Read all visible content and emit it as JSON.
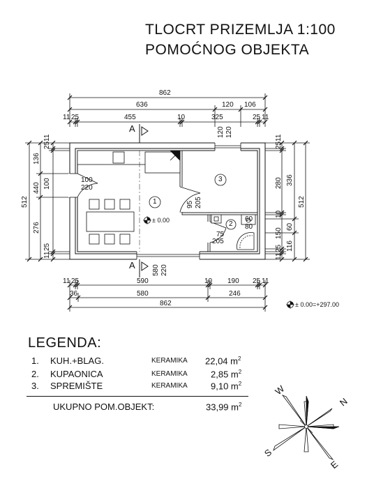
{
  "title": {
    "line1": "TLOCRT PRIZEMLJA 1:100",
    "line2": "POMOĆNOG OBJEKTA"
  },
  "dimensions": {
    "top": {
      "total": "862",
      "row2": [
        "636",
        "120",
        "106"
      ],
      "row3": [
        "11",
        "25",
        "455",
        "10",
        "325",
        "25",
        "11"
      ]
    },
    "bottom": {
      "row1": [
        "11",
        "25",
        "590",
        "10",
        "190",
        "25",
        "11"
      ],
      "row2": [
        "36",
        "580",
        "246"
      ],
      "total": "862"
    },
    "left": {
      "outer": "512",
      "middle": [
        "136",
        "440",
        "276"
      ],
      "inner": [
        "25",
        "11",
        "100",
        "11",
        "25"
      ]
    },
    "right": {
      "outer": "512",
      "middle": [
        "336",
        "60",
        "116"
      ],
      "inner": [
        "25",
        "11",
        "280",
        "10",
        "150",
        "25",
        "11"
      ]
    },
    "openings": {
      "door_left": [
        "100",
        "220"
      ],
      "window_top": [
        "120",
        "120"
      ],
      "door_storage": [
        "95",
        "205"
      ],
      "door_bath_window": [
        "60",
        "80"
      ],
      "door_bath": [
        "75",
        "205"
      ],
      "door_main": [
        "580",
        "220"
      ]
    }
  },
  "section_markers": [
    "A",
    "A"
  ],
  "rooms": [
    "1",
    "2",
    "3"
  ],
  "level_marks": {
    "inside": "± 0.00",
    "reference": "± 0.00=+297.00"
  },
  "legend": {
    "heading": "LEGENDA:",
    "items": [
      {
        "num": "1.",
        "name": "KUH.+BLAG.",
        "material": "KERAMIKA",
        "area": "22,04 m",
        "unit_sup": "2"
      },
      {
        "num": "2.",
        "name": "KUPAONICA",
        "material": "KERAMIKA",
        "area": "2,85 m",
        "unit_sup": "2"
      },
      {
        "num": "3.",
        "name": "SPREMIŠTE",
        "material": "KERAMIKA",
        "area": "9,10 m",
        "unit_sup": "2"
      }
    ],
    "total_label": "UKUPNO POM.OBJEKT:",
    "total_area": "33,99 m",
    "total_sup": "2"
  },
  "compass": {
    "labels": [
      "W",
      "N",
      "S",
      "E"
    ]
  }
}
